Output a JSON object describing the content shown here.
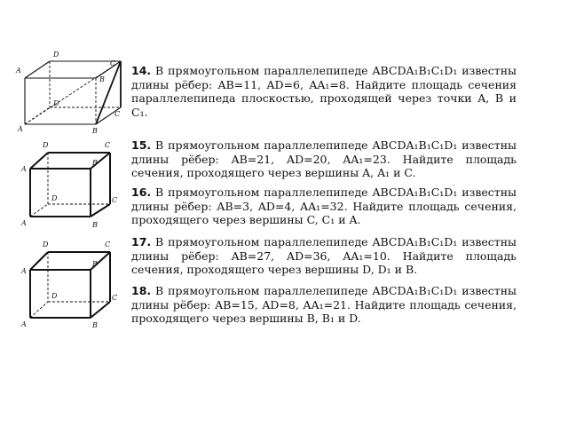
{
  "figures": [
    {
      "labels": {
        "A1": "A",
        "D1": "D",
        "C1": "C",
        "B1": "B",
        "A": "A",
        "D": "D",
        "C": "C",
        "B": "B"
      }
    },
    {
      "labels": {
        "A1": "A",
        "D1": "D",
        "C1": "C",
        "B1": "B",
        "A": "A",
        "D": "D",
        "C": "C",
        "B": "B"
      }
    },
    {
      "labels": {
        "A1": "A",
        "D1": "D",
        "C1": "C",
        "B1": "B",
        "A": "A",
        "D": "D",
        "C": "C",
        "B": "B"
      }
    }
  ],
  "problems": [
    {
      "number": "14.",
      "text": "В прямоугольном параллелепипеде ABCDA₁B₁C₁D₁ известны длины рёбер: AB=11, AD=6, AA₁=8. Найдите площадь сечения параллелепипеда плоскостью, проходящей через точки A, B и C₁."
    },
    {
      "number": "15.",
      "text": "В прямоугольном параллелепипеде ABCDA₁B₁C₁D₁ известны длины рёбер: AB=21, AD=20, AA₁=23. Найдите площадь сечения, проходящего через вершины A, A₁ и C."
    },
    {
      "number": "16.",
      "text": "В прямоугольном параллелепипеде ABCDA₁B₁C₁D₁ известны длины рёбер: AB=3, AD=4, AA₁=32. Найдите площадь сечения, проходящего через вершины C, C₁ и A."
    },
    {
      "number": "17.",
      "text": "В прямоугольном параллелепипеде ABCDA₁B₁C₁D₁ известны длины рёбер: AB=27, AD=36, AA₁=10. Найдите площадь сечения, проходящего через вершины D, D₁ и B."
    },
    {
      "number": "18.",
      "text": "В прямоугольном параллелепипеде ABCDA₁B₁C₁D₁ известны длины рёбер: AB=15, AD=8, AA₁=21. Найдите площадь сечения, проходящего через вершины B, B₁ и D."
    }
  ]
}
